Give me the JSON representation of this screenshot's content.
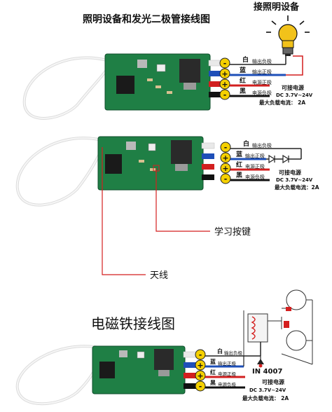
{
  "colors": {
    "board": "#1f7f45",
    "board_dark": "#15603a",
    "wire_white": "#e9e9e9",
    "wire_blue": "#1e4fb8",
    "wire_red": "#d21f1f",
    "wire_black": "#111111",
    "accent_red": "#d41f1f",
    "terminal_yellow": "#f5d000",
    "bulb": "#f2c21a"
  },
  "section1": {
    "title": "照明设备和发光二极管接线图",
    "bulb_label": "接照明设备",
    "wires": [
      {
        "color": "白",
        "desc": "输出负极",
        "sign": "-"
      },
      {
        "color": "蓝",
        "desc": "输出正极",
        "sign": "+"
      },
      {
        "color": "红",
        "desc": "电源正极",
        "sign": "+"
      },
      {
        "color": "黑",
        "desc": "电源负极",
        "sign": "-"
      }
    ],
    "power_lines": [
      "可接电源",
      "DC 3.7V~24V",
      "最大负载电流： 2A"
    ]
  },
  "section2": {
    "wires": [
      {
        "color": "白",
        "desc": "输出负极",
        "sign": "-"
      },
      {
        "color": "蓝",
        "desc": "输出正极",
        "sign": "+"
      },
      {
        "color": "红",
        "desc": "电源正极",
        "sign": "+"
      },
      {
        "color": "黑",
        "desc": "电源负极",
        "sign": "-"
      }
    ],
    "power_lines": [
      "可接电源",
      "DC 3.7V~24V",
      "最大负载电流：2A"
    ],
    "learn_key_label": "学习按键",
    "antenna_label": "天线"
  },
  "section3": {
    "title": "电磁铁接线图",
    "wires": [
      {
        "color": "白",
        "desc": "输出负极",
        "sign": "-"
      },
      {
        "color": "蓝",
        "desc": "输出正极",
        "sign": "+"
      },
      {
        "color": "红",
        "desc": "电源正极",
        "sign": "+"
      },
      {
        "color": "黑",
        "desc": "电源负极",
        "sign": "-"
      }
    ],
    "diode_label": "IN 4007",
    "power_lines": [
      "可接电源",
      "DC 3.7V~24V",
      "最大负载电流： 2A"
    ]
  }
}
